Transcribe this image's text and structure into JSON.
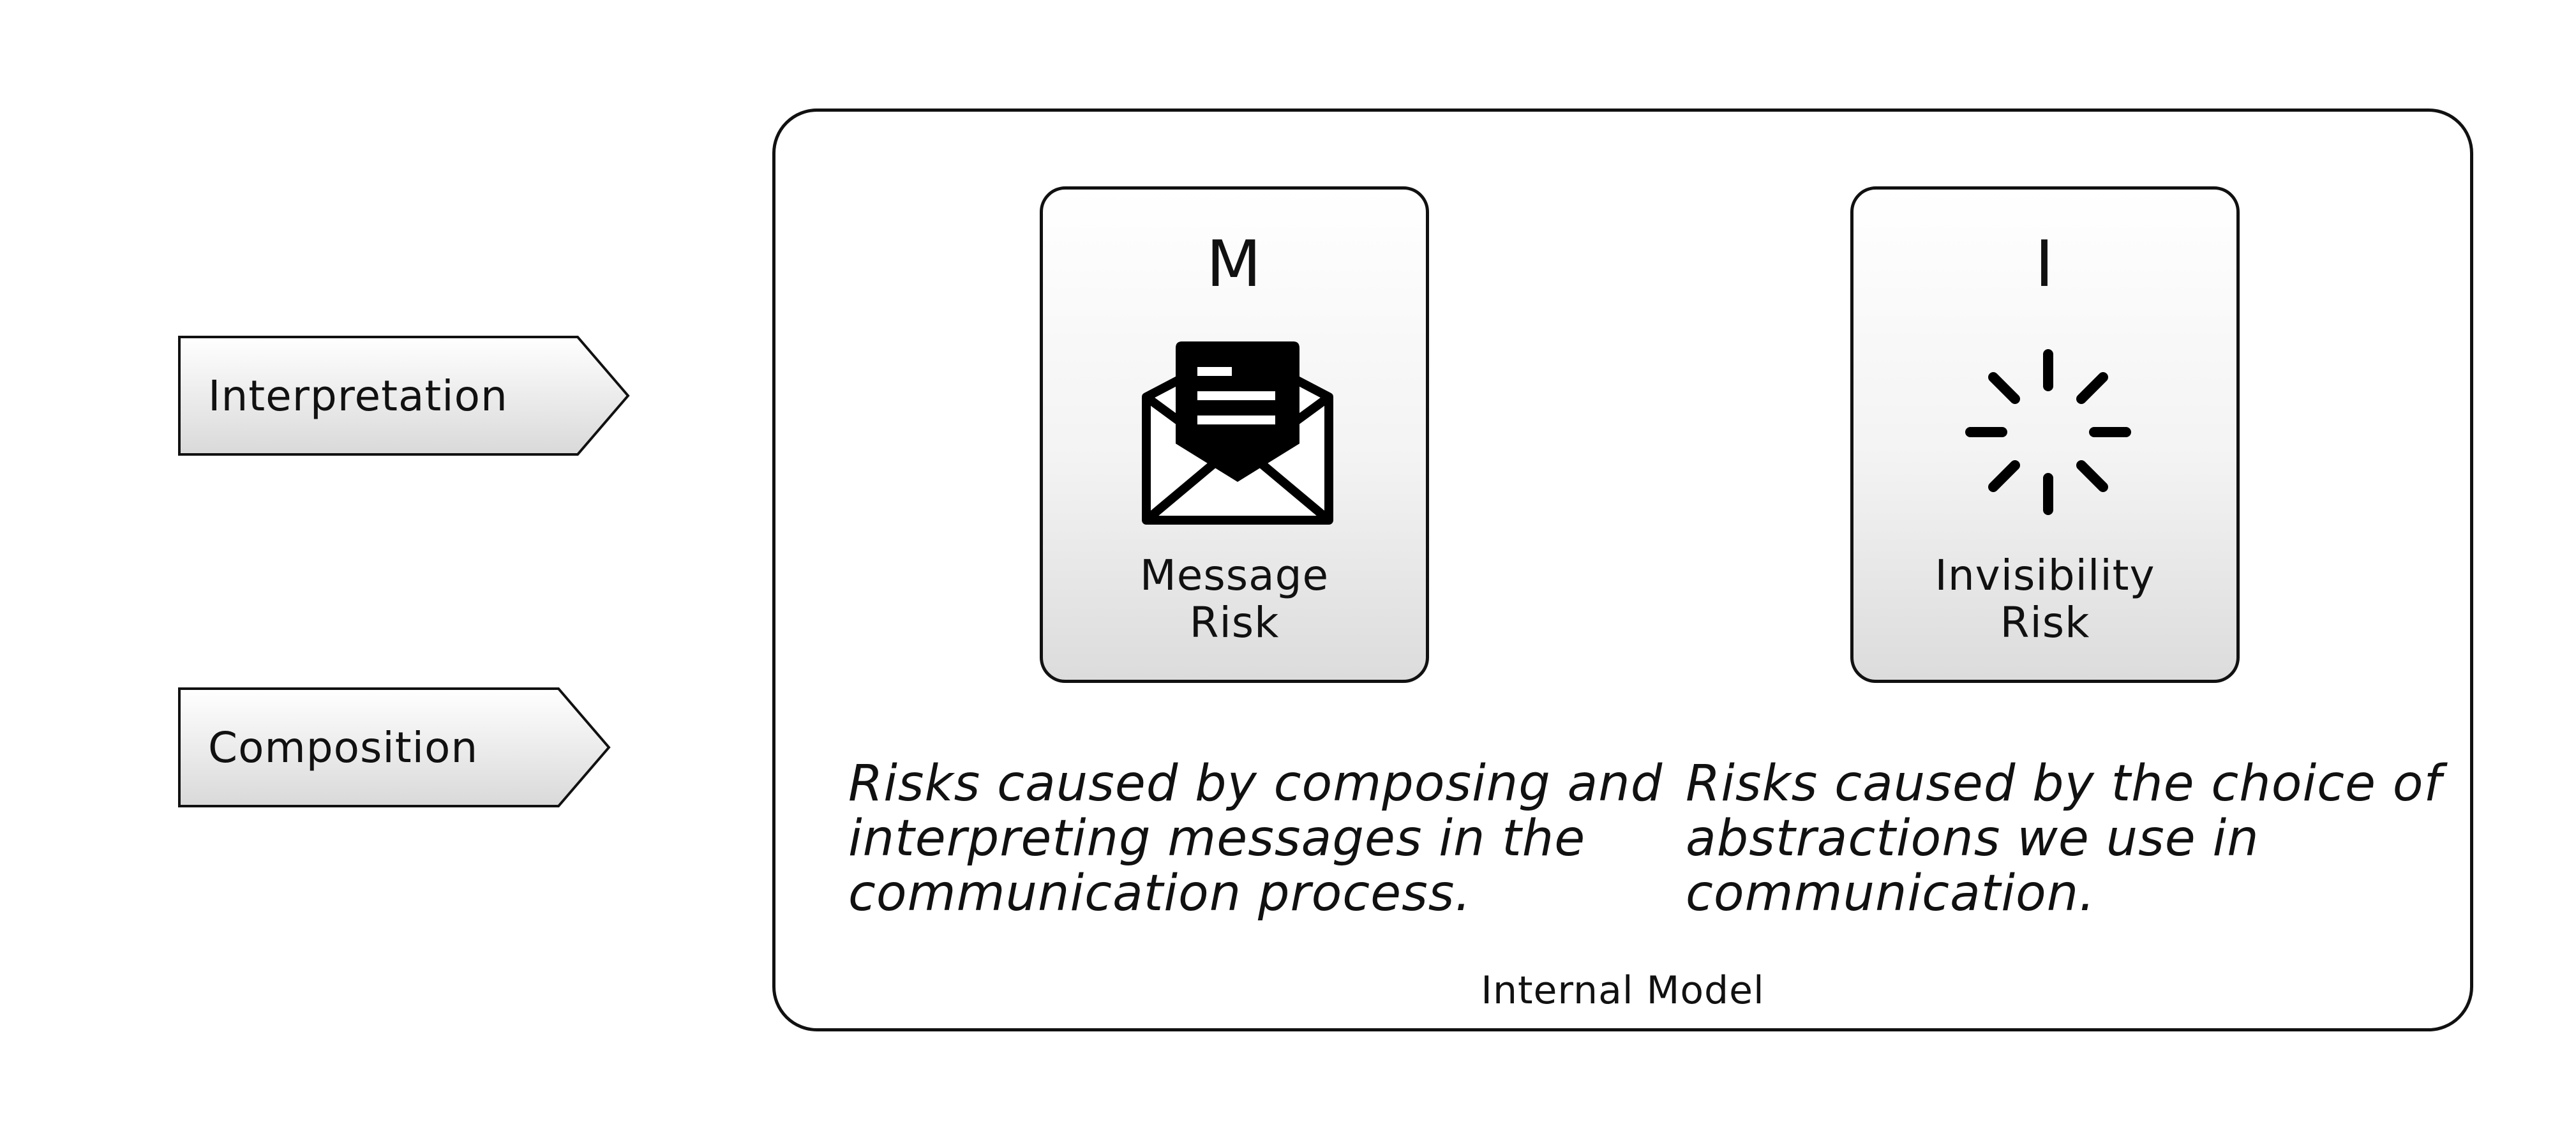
{
  "tags": [
    {
      "label": "Interpretation"
    },
    {
      "label": "Composition"
    }
  ],
  "internal_model": {
    "label": "Internal Model",
    "cards": [
      {
        "letter": "M",
        "title_lines": [
          "Message",
          "Risk"
        ],
        "icon": "open-envelope-icon",
        "description_lines": [
          "Risks caused by composing and",
          "interpreting messages in the",
          "communication process."
        ]
      },
      {
        "letter": "I",
        "title_lines": [
          "Invisibility",
          "Risk"
        ],
        "icon": "loading-spinner-icon",
        "description_lines": [
          "Risks caused by the choice of",
          "abstractions we use in",
          "communication."
        ]
      }
    ]
  },
  "colors": {
    "stroke": "#111111",
    "card_gradient_top": "#ffffff",
    "card_gradient_bottom": "#dcdcdc"
  }
}
